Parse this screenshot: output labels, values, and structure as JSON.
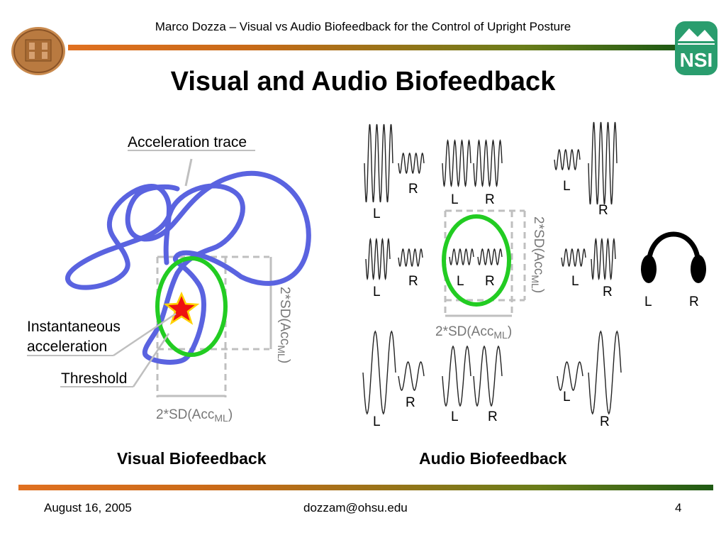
{
  "header": {
    "title": "Marco Dozza – Visual vs Audio Biofeedback for the Control of Upright Posture"
  },
  "logos": {
    "left": "university-seal",
    "right": "NSI"
  },
  "slide": {
    "title": "Visual and Audio Biofeedback"
  },
  "visual": {
    "label_trace": "Acceleration trace",
    "label_instant_1": "Instantaneous",
    "label_instant_2": "acceleration",
    "label_threshold": "Threshold",
    "sd_label": "2*SD(Acc",
    "sd_sub": "ML",
    "sd_close": ")",
    "caption": "Visual Biofeedback"
  },
  "audio": {
    "L": "L",
    "R": "R",
    "sd_label": "2*SD(Acc",
    "sd_sub": "ML",
    "sd_close": ")",
    "headphones_L": "L",
    "headphones_R": "R",
    "caption": "Audio Biofeedback"
  },
  "footer": {
    "date": "August 16, 2005",
    "email": "dozzam@ohsu.edu",
    "page": "4"
  },
  "colors": {
    "trace": "#5a63e0",
    "threshold": "#22cc22",
    "star": "#ee1111",
    "dash": "#bfbfbf"
  }
}
